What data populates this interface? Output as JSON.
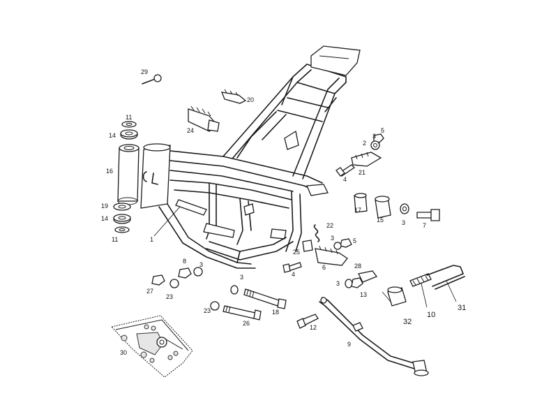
{
  "labels": {
    "l1": "1",
    "l2": "2",
    "l3a": "3",
    "l3b": "3",
    "l3c": "3",
    "l3d": "3",
    "l3e": "3",
    "l3f": "3",
    "l4a": "4",
    "l4b": "4",
    "l5a": "5",
    "l5b": "5",
    "l6": "6",
    "l7": "7",
    "l8": "8",
    "l9": "9",
    "l10": "10",
    "l11a": "11",
    "l11b": "11",
    "l12": "12",
    "l13": "13",
    "l14a": "14",
    "l14b": "14",
    "l15": "15",
    "l16": "16",
    "l17": "17",
    "l18": "18",
    "l19": "19",
    "l20": "20",
    "l21": "21",
    "l22": "22",
    "l23a": "23",
    "l23b": "23",
    "l24": "24",
    "l25": "25",
    "l26": "26",
    "l27": "27",
    "l28": "28",
    "l29": "29",
    "l30": "30",
    "l31": "31",
    "l32": "32"
  }
}
